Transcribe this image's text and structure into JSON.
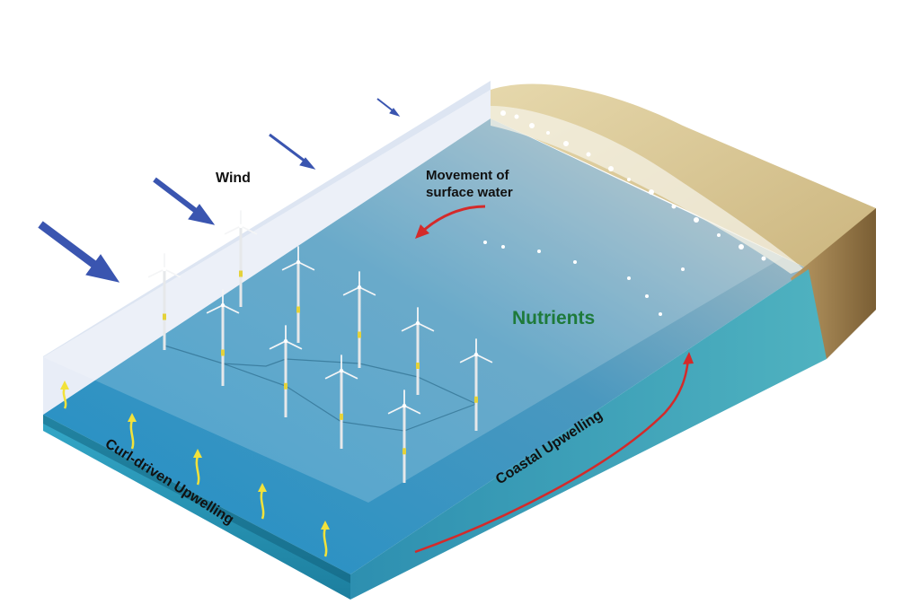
{
  "labels": {
    "wind": "Wind",
    "movement_line1": "Movement of",
    "movement_line2": "surface water",
    "nutrients": "Nutrients",
    "coastal_upwelling": "Coastal Upwelling",
    "curl_upwelling": "Curl-driven Upwelling"
  },
  "colors": {
    "ocean": "#2a8fc0",
    "wind_arrow": "#3a55b0",
    "current_arrow": "#d42a2a",
    "upwelling_arrow": "#f2e23a",
    "nutrients_text": "#1e7a3a",
    "sand": "#d6c28e"
  },
  "icons": [
    "wind-arrow-icon",
    "wind-turbine-icon",
    "upwelling-arrow-icon",
    "current-arrow-icon"
  ]
}
